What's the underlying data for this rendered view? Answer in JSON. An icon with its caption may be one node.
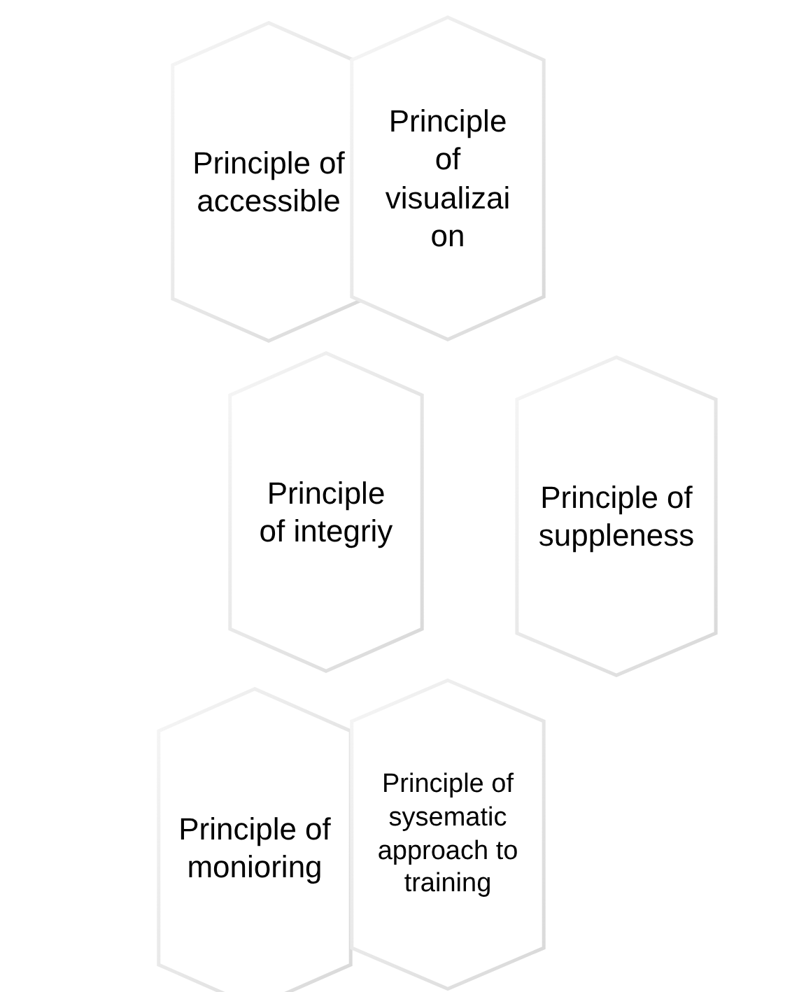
{
  "diagram": {
    "nodes": [
      {
        "text": [
          "Principle of accessible"
        ]
      },
      {
        "text": [
          "Principle of visualizai on"
        ]
      },
      {
        "text": [
          "Principle of integriy"
        ]
      },
      {
        "text": [
          "Principle of suppleness"
        ]
      },
      {
        "text": [
          "Principle of monioring"
        ]
      },
      {
        "text": [
          "Principle of sysematic approach to training"
        ]
      }
    ]
  }
}
